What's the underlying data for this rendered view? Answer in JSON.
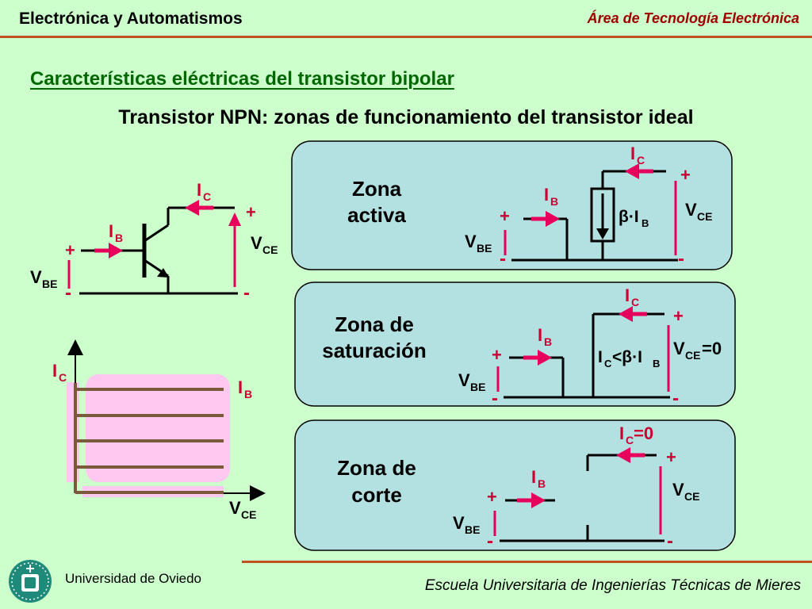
{
  "header": {
    "course": "Electrónica y Automatismos",
    "area": "Área de Tecnología Electrónica"
  },
  "title": "Características eléctricas del transistor bipolar",
  "subtitle": "Transistor NPN: zonas de funcionamiento del transistor ideal",
  "footer": {
    "university": "Universidad de Oviedo",
    "school": "Escuela Universitaria de Ingenierías Técnicas de Mieres"
  },
  "symbols": {
    "ic": "I",
    "ic_sub": "C",
    "ib": "I",
    "ib_sub": "B",
    "vbe": "V",
    "vbe_sub": "BE",
    "vce": "V",
    "vce_sub": "CE",
    "plus": "+",
    "minus": "-",
    "beta_ib": "β·I",
    "beta_ib_sub": "B",
    "ic_lt": "I",
    "ic_lt_sub": "C",
    "ic_lt_rest": "<β·I",
    "ic_lt_sub2": "B",
    "vce_zero": "=0",
    "ic_zero": "=0"
  },
  "zones": {
    "active": {
      "line1": "Zona",
      "line2": "activa"
    },
    "saturation": {
      "line1": "Zona de",
      "line2": "saturación"
    },
    "cutoff": {
      "line1": "Zona de",
      "line2": "corte"
    }
  },
  "colors": {
    "background": "#ccffcc",
    "panel": "#b3e0e0",
    "accent_red": "#cc0033",
    "arrow_pink": "#e6005c",
    "title_green": "#006600",
    "curve_brown": "#7a5a3a",
    "region_pink": "#ffc8f0"
  },
  "icons": [
    "university-seal-icon",
    "current-arrow-icon"
  ]
}
